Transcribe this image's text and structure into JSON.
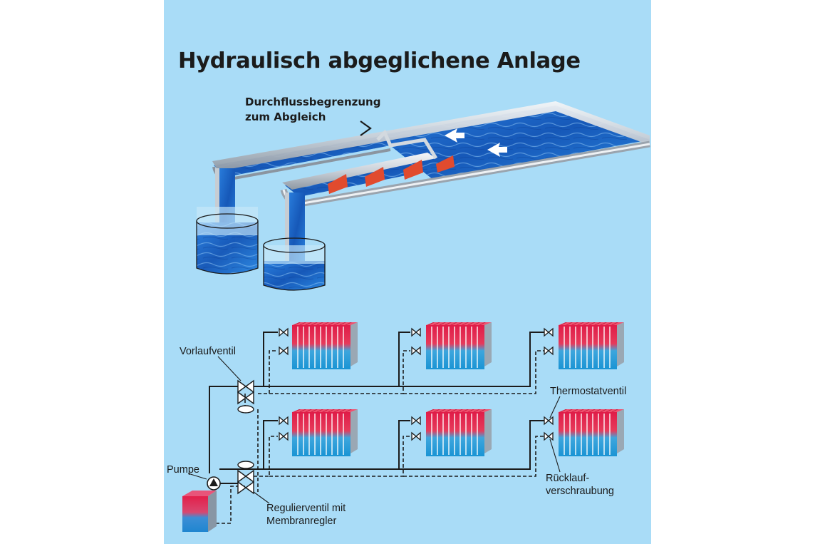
{
  "title": "Hydraulisch abgeglichene Anlage",
  "annotations": {
    "flow_limit_line1": "Durchflussbegrenzung",
    "flow_limit_line2": "zum Abgleich",
    "supply_valve": "Vorlaufventil",
    "thermostat_valve": "Thermostatventil",
    "pump": "Pumpe",
    "return_fitting_line1": "Rücklauf-",
    "return_fitting_line2": "verschraubung",
    "regulating_valve_line1": "Regulierventil mit",
    "regulating_valve_line2": "Membranregler"
  },
  "colors": {
    "background": "#a9dcf7",
    "water": "#1a6fd0",
    "hot": "#e2204a",
    "cold": "#1f9ad6",
    "pipe": "#1b1b1b",
    "baffle": "#e14b2e"
  },
  "icons": [
    "pump-icon",
    "valve-icon",
    "arrow-icon",
    "boiler-icon",
    "radiator-icon"
  ]
}
